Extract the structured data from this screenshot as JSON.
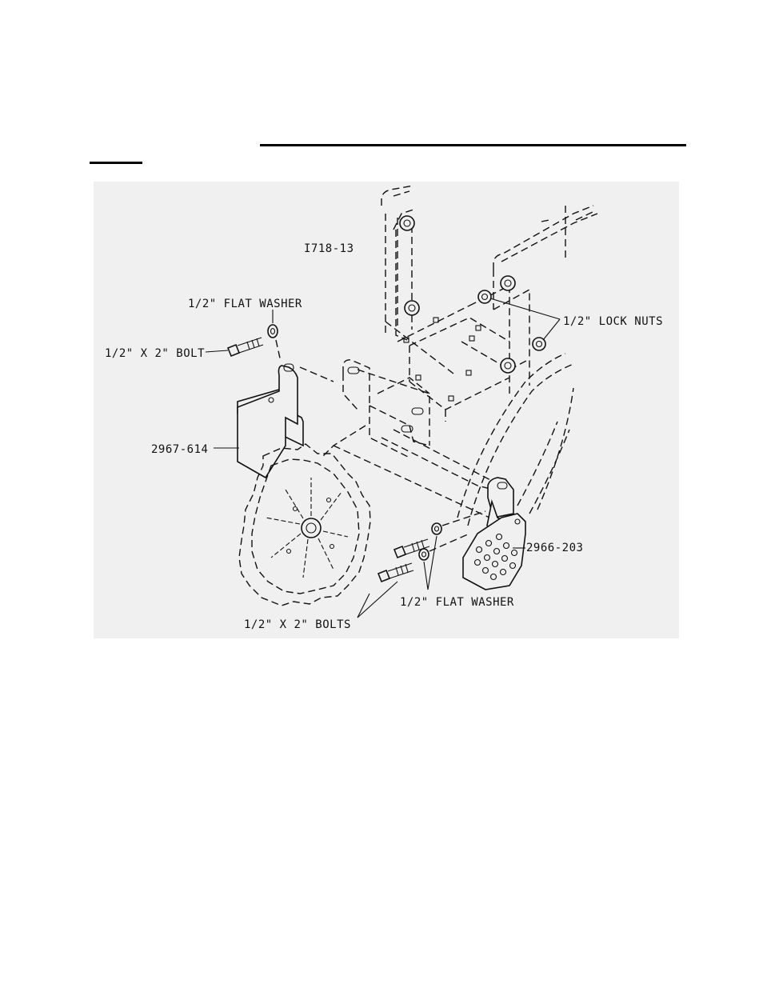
{
  "figure": {
    "id_label": "I718-13",
    "callouts": {
      "flat_washer_top": "1/2\" FLAT WASHER",
      "bolt_top": "1/2\" X 2\" BOLT",
      "lock_nuts": "1/2\" LOCK NUTS",
      "part_2967": "2967-614",
      "part_2966": "2966-203",
      "flat_washer_bottom": "1/2\" FLAT WASHER",
      "bolts_bottom": "1/2\" X 2\" BOLTS"
    }
  }
}
